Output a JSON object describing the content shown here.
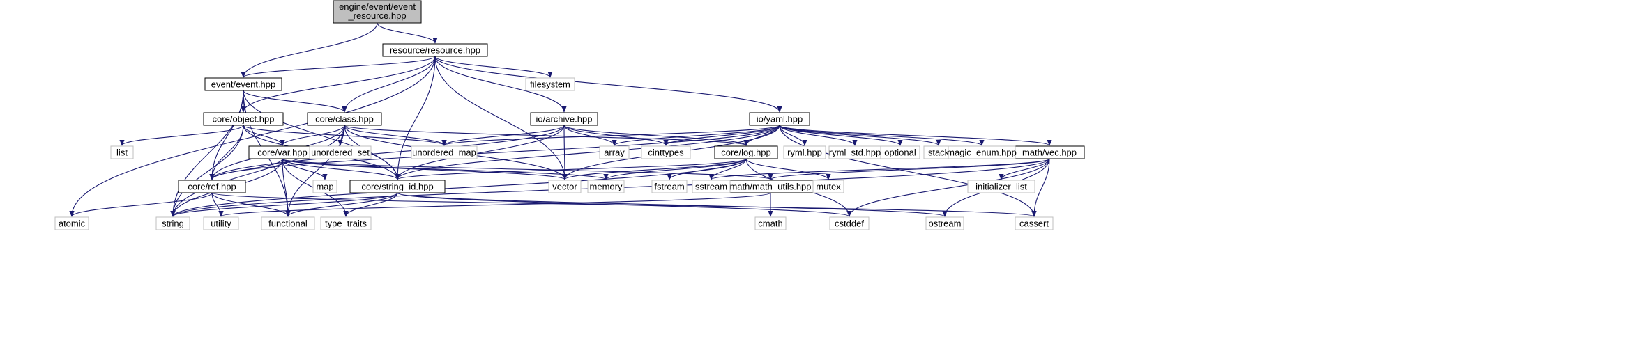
{
  "graph": {
    "title": "engine/event/event_resource.hpp",
    "colors": {
      "edge": "#191970",
      "root_fill": "#bfbfbf",
      "node_border": "#000000",
      "system_border": "#bfbfbf",
      "background": "#ffffff"
    },
    "nodes": {
      "root": [
        "engine/event/event",
        "_resource.hpp"
      ],
      "resource": "resource/resource.hpp",
      "event": "event/event.hpp",
      "object": "core/object.hpp",
      "class": "core/class.hpp",
      "archive": "io/archive.hpp",
      "yaml": "io/yaml.hpp",
      "var": "core/var.hpp",
      "log": "core/log.hpp",
      "ref": "core/ref.hpp",
      "string_id": "core/string_id.hpp",
      "vec": "math/vec.hpp",
      "math_utils": "math/math_utils.hpp",
      "filesystem": "filesystem",
      "list": "list",
      "unordered_set": "unordered_set",
      "unordered_map": "unordered_map",
      "array": "array",
      "cinttypes": "cinttypes",
      "ryml": "ryml.hpp",
      "ryml_std": "ryml_std.hpp",
      "optional": "optional",
      "stack": "stack",
      "magic_enum": "magic_enum.hpp",
      "map": "map",
      "vector": "vector",
      "memory": "memory",
      "fstream": "fstream",
      "sstream": "sstream",
      "mutex": "mutex",
      "initializer_list": "initializer_list",
      "atomic": "atomic",
      "string": "string",
      "utility": "utility",
      "functional": "functional",
      "type_traits": "type_traits",
      "cmath": "cmath",
      "cstddef": "cstddef",
      "ostream": "ostream",
      "cassert": "cassert"
    }
  }
}
